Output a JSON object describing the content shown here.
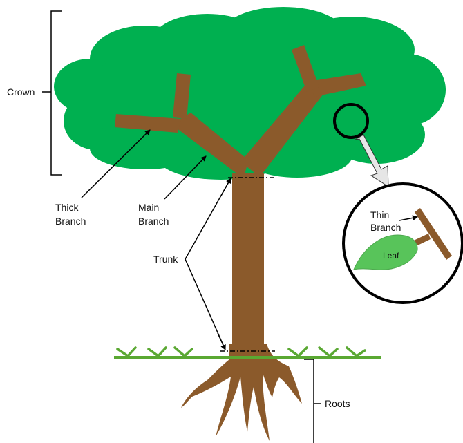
{
  "labels": {
    "crown": "Crown",
    "thick_branch_1": "Thick",
    "thick_branch_2": "Branch",
    "main_branch_1": "Main",
    "main_branch_2": "Branch",
    "trunk": "Trunk",
    "thin_branch_1": "Thin",
    "thin_branch_2": "Branch",
    "leaf": "Leaf",
    "roots": "Roots"
  },
  "colors": {
    "foliage": "#00b050",
    "wood": "#8b5a2b",
    "grass": "#5aa832",
    "leaf": "#58c45a",
    "line": "#000000",
    "zoom_arrow": "#e6e6e6"
  }
}
